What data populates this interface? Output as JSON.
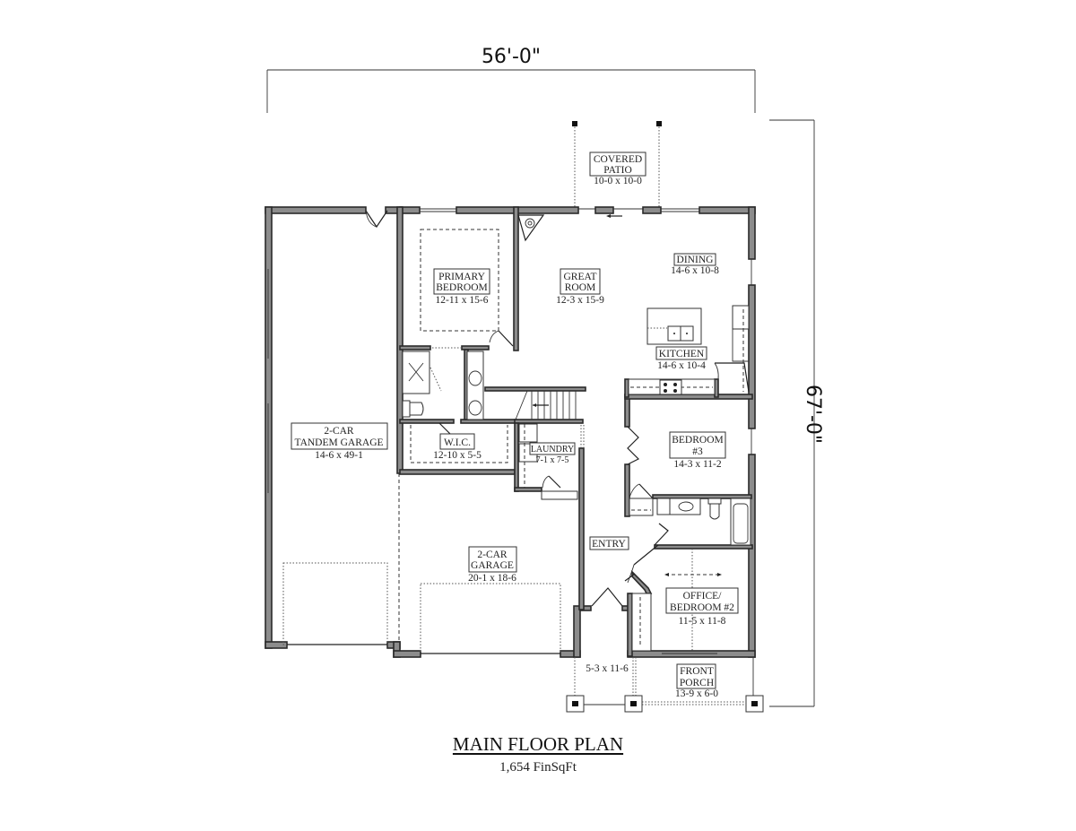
{
  "plan": {
    "title": "MAIN FLOOR PLAN",
    "finished_sqft": "1,654 FinSqFt"
  },
  "dimensions": {
    "width": "56'-0\"",
    "depth": "67'-0\""
  },
  "rooms": {
    "covered_patio": {
      "line1": "COVERED",
      "line2": "PATIO",
      "size": "10-0 x 10-0"
    },
    "primary_bedroom": {
      "line1": "PRIMARY",
      "line2": "BEDROOM",
      "size": "12-11 x 15-6"
    },
    "great_room": {
      "line1": "GREAT",
      "line2": "ROOM",
      "size": "12-3 x 15-9"
    },
    "dining": {
      "line1": "DINING",
      "size": "14-6 x 10-8"
    },
    "kitchen": {
      "line1": "KITCHEN",
      "size": "14-6 x 10-4"
    },
    "tandem_garage": {
      "line1": "2-CAR",
      "line2": "TANDEM GARAGE",
      "size": "14-6 x 49-1"
    },
    "wic": {
      "line1": "W.I.C.",
      "size": "12-10 x 5-5"
    },
    "laundry": {
      "line1": "LAUNDRY",
      "size": "7-1 x 7-5"
    },
    "bedroom3": {
      "line1": "BEDROOM",
      "line2": "#3",
      "size": "14-3 x 11-2"
    },
    "garage": {
      "line1": "2-CAR",
      "line2": "GARAGE",
      "size": "20-1 x 18-6"
    },
    "entry": {
      "line1": "ENTRY"
    },
    "office": {
      "line1": "OFFICE/",
      "line2": "BEDROOM #2",
      "size": "11-5 x 11-8"
    },
    "side_porch": {
      "size": "5-3 x 11-6"
    },
    "front_porch": {
      "line1": "FRONT",
      "line2": "PORCH",
      "size": "13-9 x 6-0"
    }
  },
  "colors": {
    "wall_fill": "#8c8c8c",
    "wall_stroke": "#2a2a2a",
    "line": "#222222",
    "background": "#ffffff"
  }
}
